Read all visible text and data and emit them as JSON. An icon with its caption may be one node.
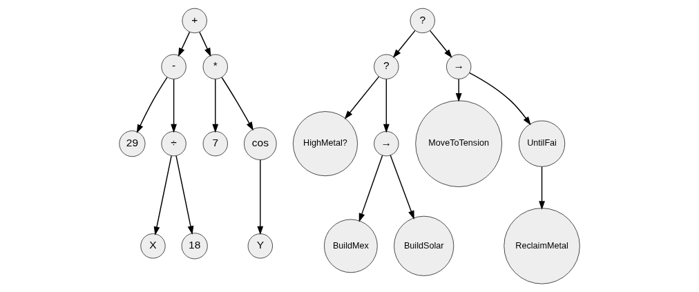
{
  "diagram": {
    "nodes": [
      {
        "text": [
          "+"
        ]
      },
      {
        "text": [
          "-"
        ]
      },
      {
        "text": [
          "*"
        ]
      },
      {
        "text": [
          "29"
        ]
      },
      {
        "text": [
          "÷"
        ]
      },
      {
        "text": [
          "7"
        ]
      },
      {
        "text": [
          "cos"
        ]
      },
      {
        "text": [
          "X"
        ]
      },
      {
        "text": [
          "18"
        ]
      },
      {
        "text": [
          "Y"
        ]
      },
      {
        "text": [
          "?"
        ]
      },
      {
        "text": [
          "?"
        ]
      },
      {
        "text": [
          "→"
        ]
      },
      {
        "text": [
          "HighMetal?"
        ]
      },
      {
        "text": [
          "→"
        ]
      },
      {
        "text": [
          "MoveToTension"
        ]
      },
      {
        "text": [
          "UntilFai"
        ]
      },
      {
        "text": [
          "BuildMex"
        ]
      },
      {
        "text": [
          "BuildSolar"
        ]
      },
      {
        "text": [
          "ReclaimMetal"
        ]
      }
    ],
    "edges": [
      {
        "from": 0,
        "to": 1,
        "arrow": "to"
      },
      {
        "from": 0,
        "to": 2,
        "arrow": "to"
      },
      {
        "from": 1,
        "to": 3,
        "arrow": "to"
      },
      {
        "from": 1,
        "to": 4,
        "arrow": "to"
      },
      {
        "from": 2,
        "to": 5,
        "arrow": "to"
      },
      {
        "from": 2,
        "to": 6,
        "arrow": "to"
      },
      {
        "from": 4,
        "to": 7,
        "arrow": "to"
      },
      {
        "from": 4,
        "to": 8,
        "arrow": "to"
      },
      {
        "from": 6,
        "to": 9,
        "arrow": "to"
      },
      {
        "from": 10,
        "to": 11,
        "arrow": "to"
      },
      {
        "from": 10,
        "to": 12,
        "arrow": "to"
      },
      {
        "from": 11,
        "to": 13,
        "arrow": "to"
      },
      {
        "from": 11,
        "to": 14,
        "arrow": "to"
      },
      {
        "from": 12,
        "to": 15,
        "arrow": "to"
      },
      {
        "from": 12,
        "to": 16,
        "arrow": "to"
      },
      {
        "from": 14,
        "to": 17,
        "arrow": "to"
      },
      {
        "from": 14,
        "to": 18,
        "arrow": "to"
      },
      {
        "from": 16,
        "to": 19,
        "arrow": "to"
      }
    ]
  }
}
